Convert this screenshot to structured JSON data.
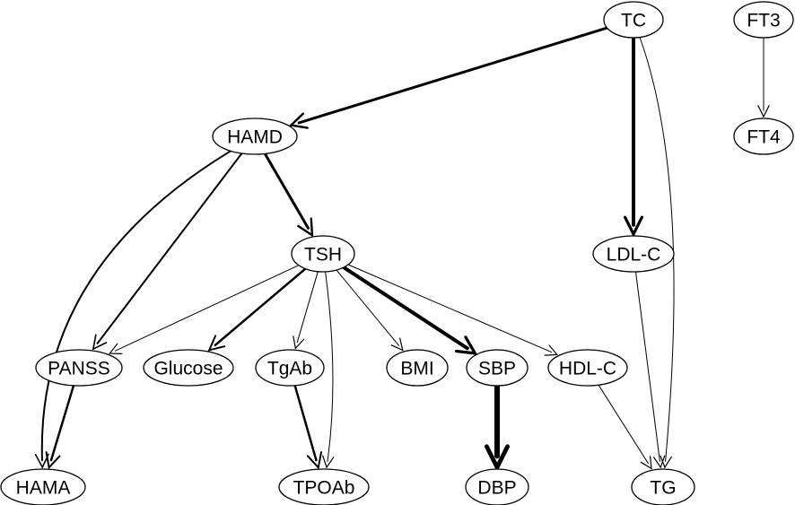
{
  "diagram": {
    "nodes": [
      {
        "id": "TC",
        "label": "TC"
      },
      {
        "id": "FT3",
        "label": "FT3"
      },
      {
        "id": "FT4",
        "label": "FT4"
      },
      {
        "id": "HAMD",
        "label": "HAMD"
      },
      {
        "id": "TSH",
        "label": "TSH"
      },
      {
        "id": "LDL-C",
        "label": "LDL-C"
      },
      {
        "id": "PANSS",
        "label": "PANSS"
      },
      {
        "id": "Glucose",
        "label": "Glucose"
      },
      {
        "id": "TgAb",
        "label": "TgAb"
      },
      {
        "id": "BMI",
        "label": "BMI"
      },
      {
        "id": "SBP",
        "label": "SBP"
      },
      {
        "id": "HDL-C",
        "label": "HDL-C"
      },
      {
        "id": "HAMA",
        "label": "HAMA"
      },
      {
        "id": "TPOAb",
        "label": "TPOAb"
      },
      {
        "id": "DBP",
        "label": "DBP"
      },
      {
        "id": "TG",
        "label": "TG"
      }
    ],
    "edges": [
      {
        "from": "TC",
        "to": "HAMD",
        "weight": 3
      },
      {
        "from": "TC",
        "to": "LDL-C",
        "weight": 4
      },
      {
        "from": "TC",
        "to": "TG",
        "weight": 1
      },
      {
        "from": "FT3",
        "to": "FT4",
        "weight": 1
      },
      {
        "from": "HAMD",
        "to": "TSH",
        "weight": 3
      },
      {
        "from": "HAMD",
        "to": "PANSS",
        "weight": 2
      },
      {
        "from": "HAMD",
        "to": "HAMA",
        "weight": 2
      },
      {
        "from": "TSH",
        "to": "PANSS",
        "weight": 1
      },
      {
        "from": "TSH",
        "to": "Glucose",
        "weight": 2.5
      },
      {
        "from": "TSH",
        "to": "TgAb",
        "weight": 1
      },
      {
        "from": "TSH",
        "to": "TPOAb",
        "weight": 1
      },
      {
        "from": "TSH",
        "to": "BMI",
        "weight": 1
      },
      {
        "from": "TSH",
        "to": "SBP",
        "weight": 4
      },
      {
        "from": "TSH",
        "to": "HDL-C",
        "weight": 1
      },
      {
        "from": "PANSS",
        "to": "HAMA",
        "weight": 2.5
      },
      {
        "from": "TgAb",
        "to": "TPOAb",
        "weight": 2.5
      },
      {
        "from": "SBP",
        "to": "DBP",
        "weight": 6
      },
      {
        "from": "HDL-C",
        "to": "TG",
        "weight": 1
      },
      {
        "from": "LDL-C",
        "to": "TG",
        "weight": 1
      }
    ]
  }
}
